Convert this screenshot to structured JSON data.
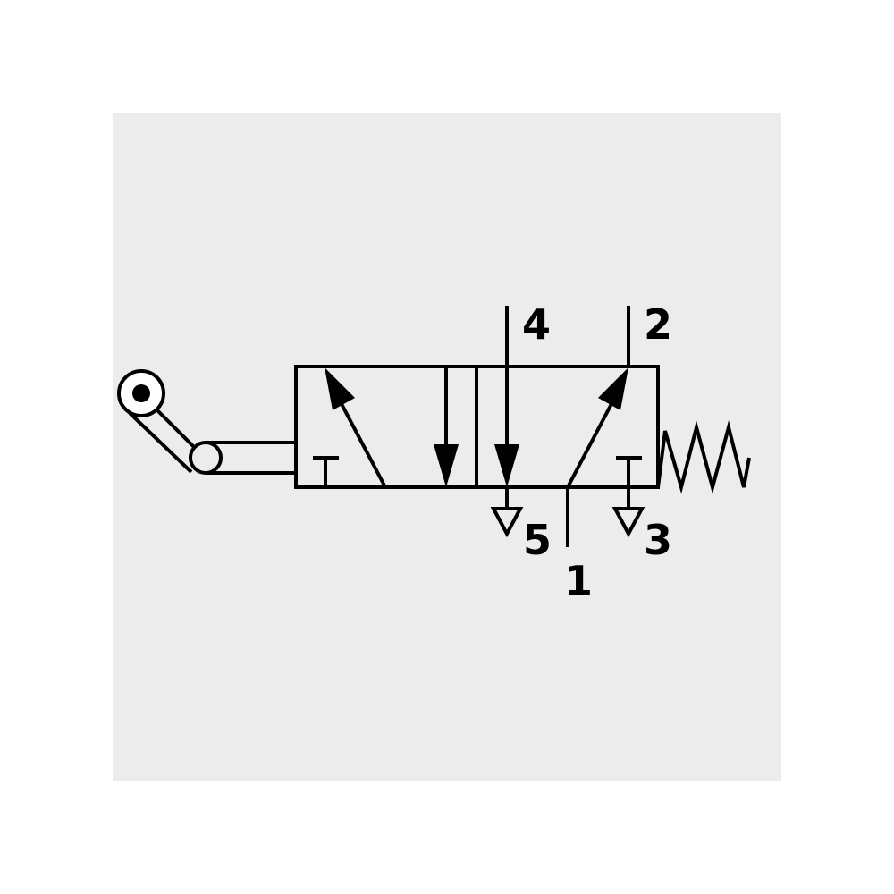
{
  "colors": {
    "panel_background": "#ececec",
    "page_background": "#ffffff",
    "line": "#000000"
  },
  "ports": {
    "port_4": "4",
    "port_2": "2",
    "port_5": "5",
    "port_1": "1",
    "port_3": "3"
  }
}
